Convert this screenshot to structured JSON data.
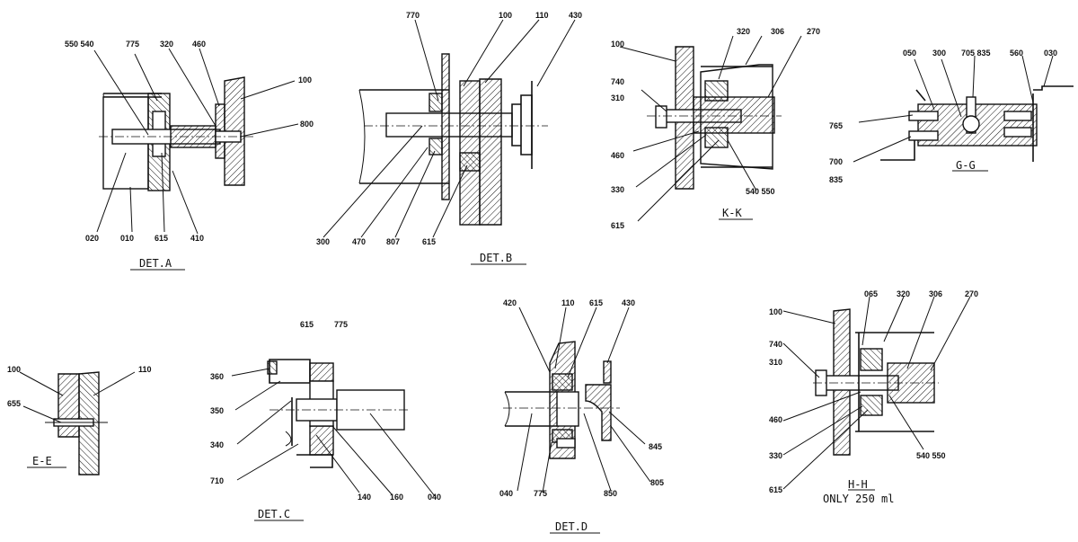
{
  "titles": {
    "det_a": "DET.A",
    "det_b": "DET.B",
    "kk": "K-K",
    "gg": "G-G",
    "ee": "E-E",
    "det_c": "DET.C",
    "det_d": "DET.D",
    "hh": "H-H",
    "hh_note": "ONLY 250 ml"
  },
  "labels": {
    "a": [
      "550 540",
      "775",
      "320",
      "460",
      "100",
      "800",
      "020",
      "010",
      "615",
      "410"
    ],
    "b": [
      "770",
      "100",
      "110",
      "430",
      "300",
      "470",
      "807",
      "615"
    ],
    "k": [
      "100",
      "320",
      "306",
      "270",
      "740",
      "310",
      "460",
      "330",
      "615",
      "540 550"
    ],
    "g": [
      "050",
      "300",
      "705 835",
      "560",
      "030",
      "765",
      "700",
      "835"
    ],
    "e": [
      "100",
      "110",
      "655"
    ],
    "c": [
      "615",
      "775",
      "360",
      "350",
      "340",
      "710",
      "140",
      "160",
      "040"
    ],
    "d": [
      "420",
      "110",
      "615",
      "430",
      "845",
      "805",
      "040",
      "775",
      "850"
    ],
    "h": [
      "100",
      "065",
      "320",
      "306",
      "270",
      "740",
      "310",
      "460",
      "330",
      "540 550",
      "615"
    ]
  }
}
